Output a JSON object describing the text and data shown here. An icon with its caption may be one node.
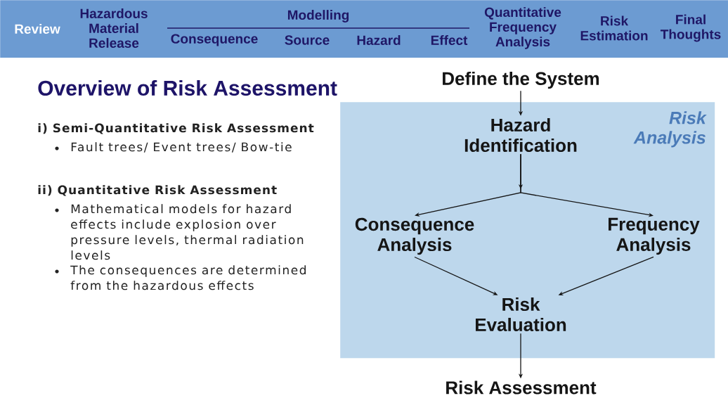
{
  "diagram": {
    "title": "Overview of Risk Assessment",
    "nodes": [
      {
        "text": [
          "Review",
          "Hazardous Material Release",
          "Modelling",
          "Consequence",
          "Source",
          "Hazard",
          "Effect",
          "Quantitative Frequency Analysis",
          "Risk Estimation",
          "Final Thoughts"
        ]
      },
      {
        "text": [
          "Define the System"
        ]
      },
      {
        "text": [
          "Risk Analysis"
        ]
      },
      {
        "text": [
          "Hazard Identification"
        ],
        "in": 2
      },
      {
        "text": [
          "Consequence Analysis"
        ],
        "in": 2
      },
      {
        "text": [
          "Frequency Analysis"
        ],
        "in": 2
      },
      {
        "text": [
          "Risk Evaluation"
        ],
        "in": 2
      },
      {
        "text": [
          "Risk Assessment"
        ]
      }
    ],
    "edges": [
      {
        "from": 1,
        "to": 3,
        "arrow": "to"
      },
      {
        "from": 3,
        "to": 4,
        "arrow": "to"
      },
      {
        "from": 3,
        "to": 5,
        "arrow": "to"
      },
      {
        "from": 4,
        "to": 6,
        "arrow": "to"
      },
      {
        "from": 5,
        "to": 6,
        "arrow": "to"
      },
      {
        "from": 6,
        "to": 7,
        "arrow": "to"
      }
    ],
    "labels": [
      "i) Semi-Quantitative Risk Assessment",
      "Fault trees/ Event trees/ Bow-tie",
      "ii) Quantitative Risk Assessment",
      "Mathematical models for hazard effects include explosion over pressure levels, thermal radiation levels",
      "The consequences are determined from the hazardous effects"
    ]
  }
}
